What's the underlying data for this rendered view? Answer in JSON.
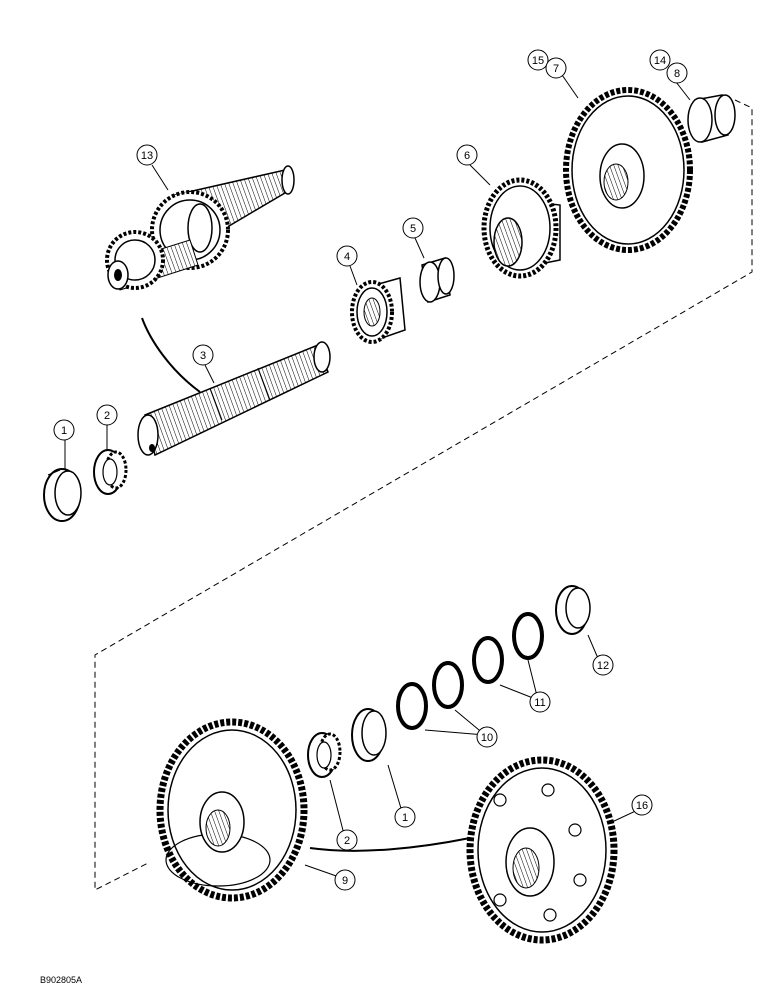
{
  "figure_id": "B902805A",
  "callouts": {
    "c1a": "1",
    "c2a": "2",
    "c3": "3",
    "c4": "4",
    "c5": "5",
    "c6": "6",
    "c7": "7",
    "c8": "8",
    "c13": "13",
    "c14": "14",
    "c15": "15",
    "c1b": "1",
    "c2b": "2",
    "c9": "9",
    "c10": "10",
    "c11": "11",
    "c12": "12",
    "c16": "16"
  },
  "colors": {
    "ink": "#000000",
    "paper": "#ffffff",
    "shade": "#dcdcdc"
  }
}
